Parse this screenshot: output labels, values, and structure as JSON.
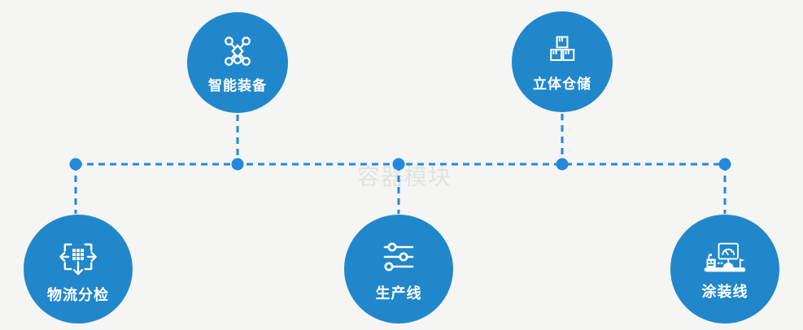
{
  "watermark": {
    "text": "容器模块"
  },
  "colors": {
    "background": "#f5f5f4",
    "node": "#2187cb",
    "connector": "#2389dd",
    "label": "#ffffff",
    "watermark": "#e2e2df"
  },
  "nodes": [
    {
      "label": "智能装备",
      "icon": "network-nodes-icon"
    },
    {
      "label": "立体仓储",
      "icon": "stacked-boxes-icon"
    },
    {
      "label": "物流分检",
      "icon": "sorting-arrows-icon"
    },
    {
      "label": "生产线",
      "icon": "sliders-icon"
    },
    {
      "label": "涂装线",
      "icon": "painting-machine-icon"
    }
  ]
}
